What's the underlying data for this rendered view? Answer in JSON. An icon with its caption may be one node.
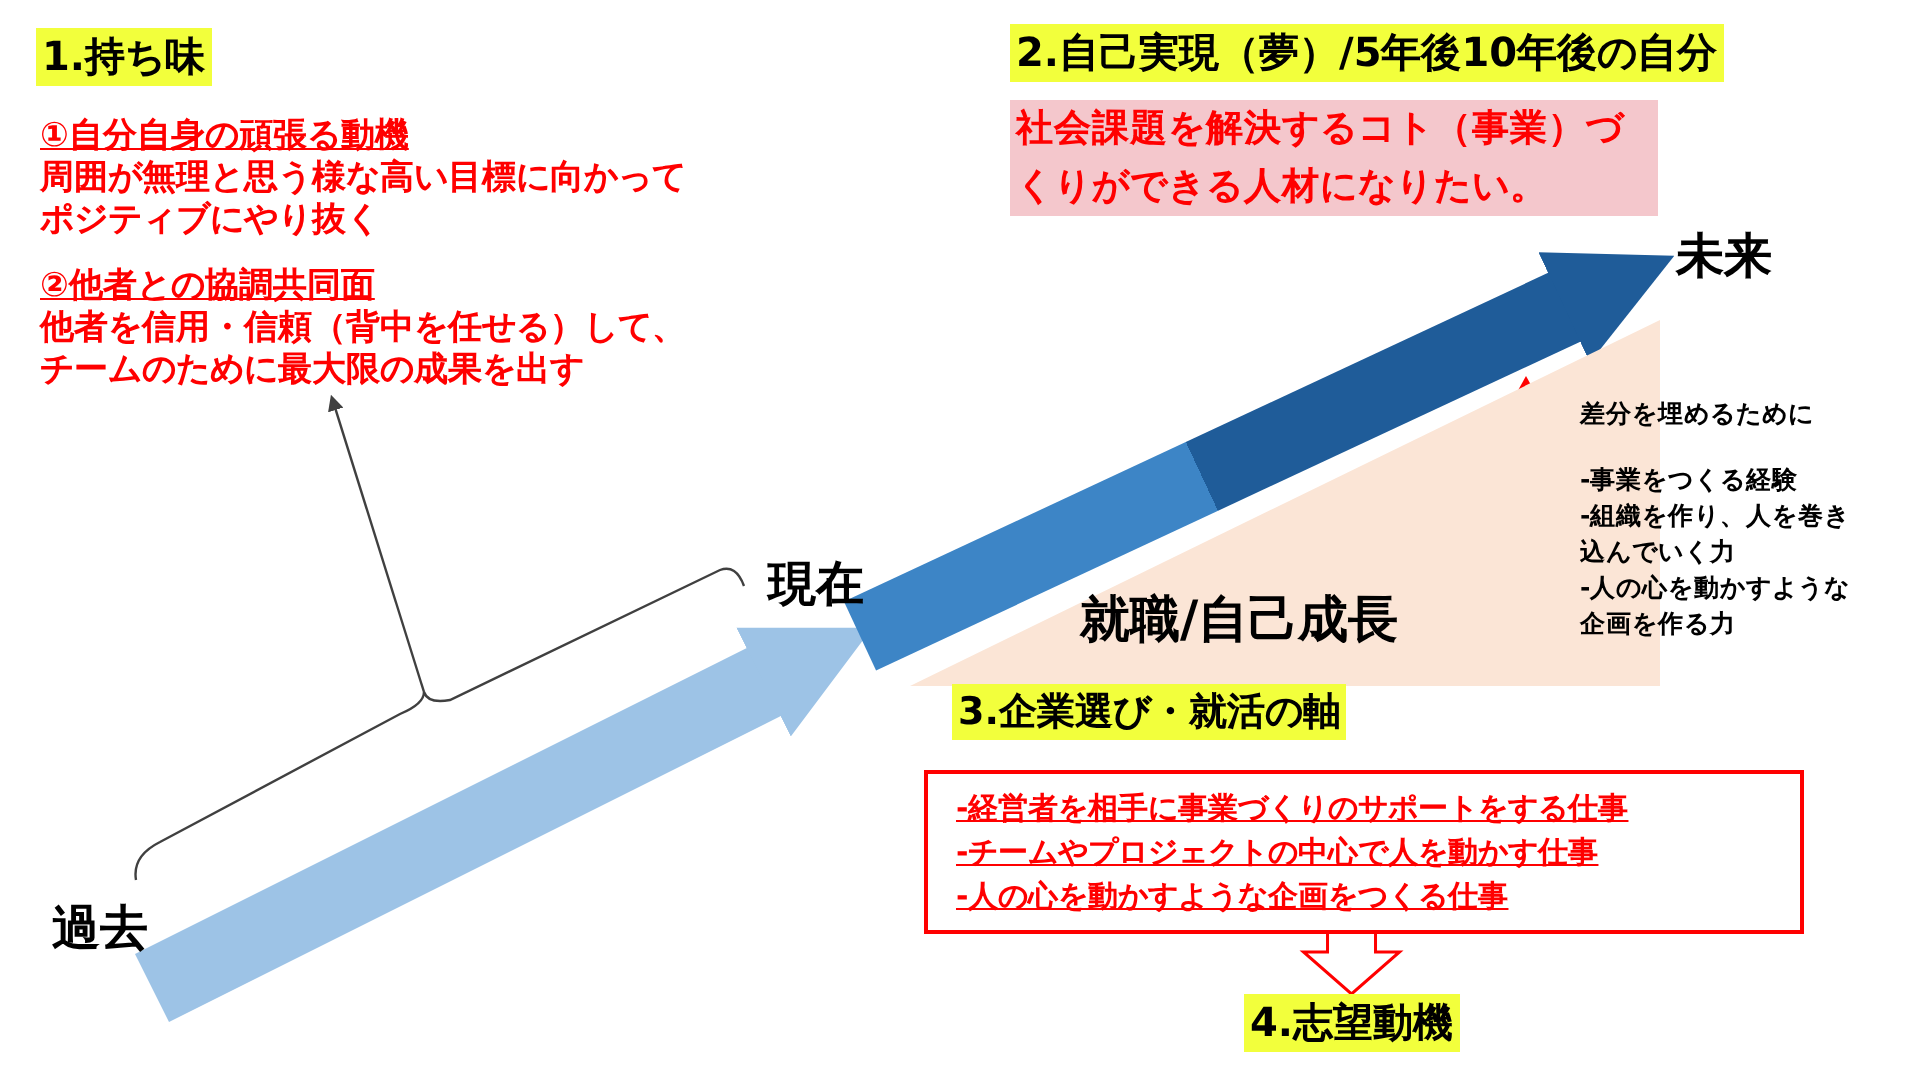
{
  "diagram": {
    "nodes": [
      {
        "text": [
          "1.持ち味"
        ]
      },
      {
        "text": [
          "①自分自身の頑張る動機",
          "周囲が無理と思う様な高い目標に向かってポジティブにやり抜く",
          "②他者との協調共同面",
          "他者を信用・信頼（背中を任せる）して、チームのために最大限の成果を出す"
        ]
      },
      {
        "text": [
          "2.自己実現（夢）/5年後10年後の自分"
        ]
      },
      {
        "text": [
          "社会課題を解決するコト（事業）づくりができる人材になりたい。"
        ]
      },
      {
        "text": [
          "未来"
        ]
      },
      {
        "text": [
          "現在"
        ]
      },
      {
        "text": [
          "過去"
        ]
      },
      {
        "text": [
          "就職/自己成長"
        ]
      },
      {
        "text": [
          "3.企業選び・就活の軸"
        ]
      },
      {
        "text": [
          "-経営者を相手に事業づくりのサポートをする仕事",
          "-チームやプロジェクトの中心で人を動かす仕事",
          "-人の心を動かすような企画をつくる仕事"
        ]
      },
      {
        "text": [
          "4.志望動機"
        ]
      }
    ],
    "edges": [
      {
        "from": null,
        "to": 1,
        "arrow": "to",
        "color": "#404040"
      },
      {
        "from": 6,
        "to": 5,
        "arrow": "to",
        "style": "thick",
        "color": "#9dc3e6"
      },
      {
        "from": 5,
        "to": 4,
        "arrow": "to",
        "style": "thick",
        "color": "#1f5c99"
      },
      {
        "from": 9,
        "to": 10,
        "arrow": "to",
        "color": "#ff0000"
      }
    ],
    "labels": [
      "差分を埋めるために",
      "-事業をつくる経験",
      "-組織を作り、人を巻き込んでいく力",
      "-人の心を動かすような企画を作る力"
    ]
  }
}
